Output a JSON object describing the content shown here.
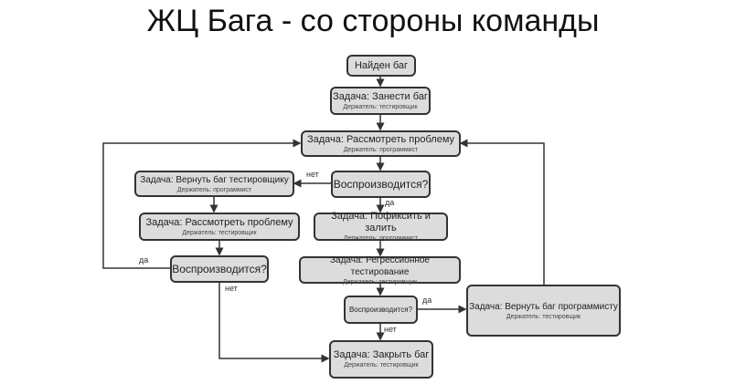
{
  "title": "ЖЦ Бага - со стороны команды",
  "nodes": {
    "found": {
      "task": "Найден баг"
    },
    "log": {
      "task": "Задача: Занести баг",
      "holder": "Держатель: тестировщик"
    },
    "review_dev": {
      "task": "Задача: Рассмотреть проблему",
      "holder": "Держатель: программист"
    },
    "return_tester": {
      "task": "Задача: Вернуть баг тестировщику",
      "holder": "Держатель: программист"
    },
    "repro1": {
      "task": "Воспроизводится?"
    },
    "review_tester": {
      "task": "Задача: Рассмотреть проблему",
      "holder": "Держатель: тестировщик"
    },
    "fix": {
      "task": "Задача: Пофиксить и залить",
      "holder": "Держатель: программист"
    },
    "repro2": {
      "task": "Воспроизводится?"
    },
    "regression": {
      "task": "Задача: Регрессионное тестирование",
      "holder": "Держатель: тестировщик"
    },
    "repro3": {
      "task": "Воспроизводится?"
    },
    "return_dev": {
      "task": "Задача: Вернуть баг программисту",
      "holder": "Держатель: тестировщик"
    },
    "close": {
      "task": "Задача: Закрыть баг",
      "holder": "Держатель: тестировщик"
    }
  },
  "labels": {
    "no1": "нет",
    "yes1": "да",
    "yes2": "да",
    "no2": "нет",
    "yes3": "да",
    "no3": "нет"
  }
}
